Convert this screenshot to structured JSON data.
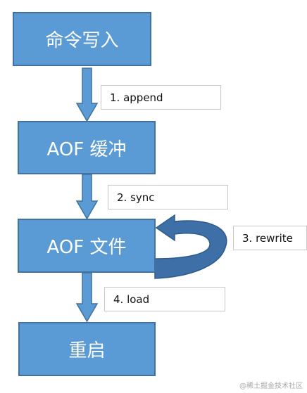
{
  "nodes": {
    "command_write": "命令写入",
    "aof_buffer": "AOF 缓冲",
    "aof_file": "AOF 文件",
    "restart": "重启"
  },
  "steps": {
    "append": "1. append",
    "sync": "2. sync",
    "rewrite": "3. rewrite",
    "load": "4. load"
  },
  "watermark": "@稀土掘金技术社区",
  "colors": {
    "box_fill": "#5b9bd5",
    "box_border": "#41719c",
    "arrow_fill": "#5b9bd5",
    "rewrite_arrow_fill": "#3e6fa6"
  }
}
